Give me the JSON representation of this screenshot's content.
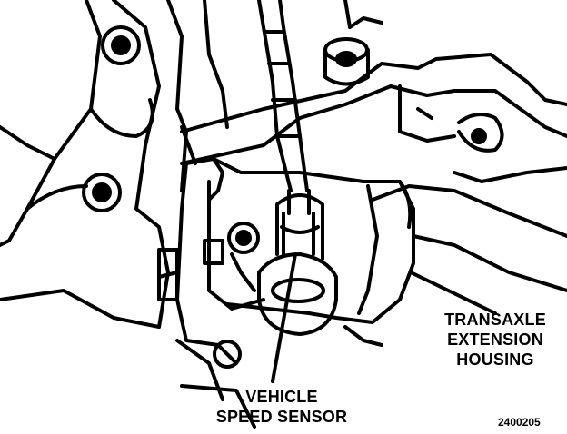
{
  "labels": {
    "housing": [
      "TRANSAXLE",
      "EXTENSION",
      "HOUSING"
    ],
    "sensor": [
      "VEHICLE",
      "SPEED SENSOR"
    ]
  },
  "figure_id": "2400205",
  "colors": {
    "ink": "#000000",
    "paper": "#ffffff"
  }
}
